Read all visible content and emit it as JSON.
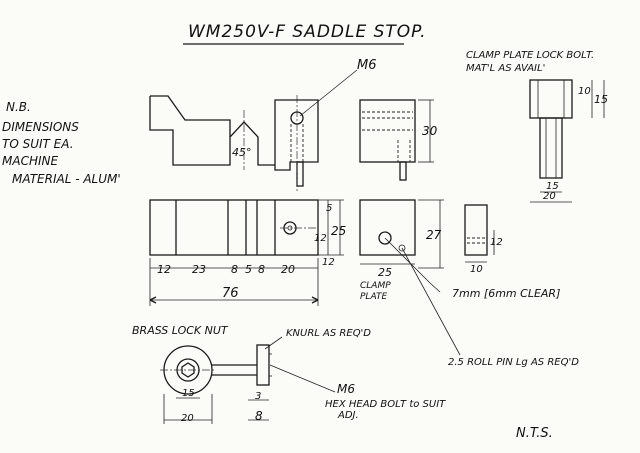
{
  "title": "WM250V-F SADDLE STOP.",
  "notes": {
    "line1": "N.B.",
    "line2": "DIMENSIONS",
    "line3": "TO SUIT EA.",
    "line4": "MACHINE",
    "material": "MATERIAL - ALUM'"
  },
  "callouts": {
    "m6_top": "M6",
    "clamp_plate_lock_bolt": "CLAMP PLATE LOCK BOLT.",
    "clamp_mat": "MAT'L AS AVAIL'",
    "clamp_plate_label_1": "CLAMP",
    "clamp_plate_label_2": "PLATE",
    "hole_7mm": "7mm [6mm CLEAR]",
    "roll_pin": "2.5 ROLL PIN Lg AS REQ'D",
    "brass_nut": "BRASS LOCK NUT",
    "knurl": "KNURL AS REQ'D",
    "m6_bottom": "M6",
    "hex_bolt_1": "HEX HEAD BOLT to SUIT",
    "hex_bolt_2": "ADJ.",
    "nts": "N.T.S."
  },
  "dims": {
    "angle": "45°",
    "d5": "5",
    "d12_v": "12",
    "d25_v": "25",
    "d30": "30",
    "d27": "27",
    "d12_b": "12",
    "d10_top": "10",
    "d15_top": "15",
    "d15_bolt": "15",
    "d20_bolt": "20",
    "d12_side": "12",
    "d10_side": "10",
    "run_12": "12",
    "run_23": "23",
    "run_8a": "8",
    "run_5": "5",
    "run_8b": "8",
    "run_20": "20",
    "total_76": "76",
    "plate_25": "25",
    "nut_15": "15",
    "nut_20": "20",
    "nut_3": "3",
    "nut_8": "8"
  }
}
